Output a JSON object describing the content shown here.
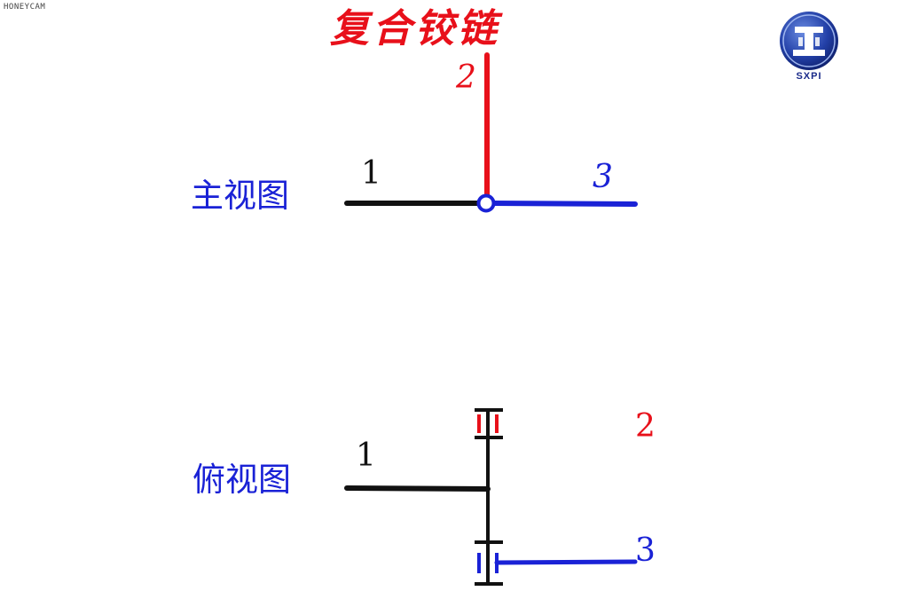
{
  "watermark": "HONEYCAM",
  "title": "复合铰链",
  "logo": {
    "text": "SXPI",
    "icon": "sxpi-emblem"
  },
  "front_view": {
    "label": "主视图",
    "links": [
      {
        "number": "1",
        "color": "#111111"
      },
      {
        "number": "2",
        "color": "#e8101a"
      },
      {
        "number": "3",
        "color": "#1a22d6"
      }
    ],
    "joint": "revolute-joint-circle"
  },
  "top_view": {
    "label": "俯视图",
    "links": [
      {
        "number": "1",
        "color": "#111111"
      },
      {
        "number": "2",
        "color": "#e8101a"
      },
      {
        "number": "3",
        "color": "#1a22d6"
      }
    ]
  },
  "colors": {
    "red": "#e8101a",
    "blue": "#1a22d6",
    "black": "#111111"
  }
}
